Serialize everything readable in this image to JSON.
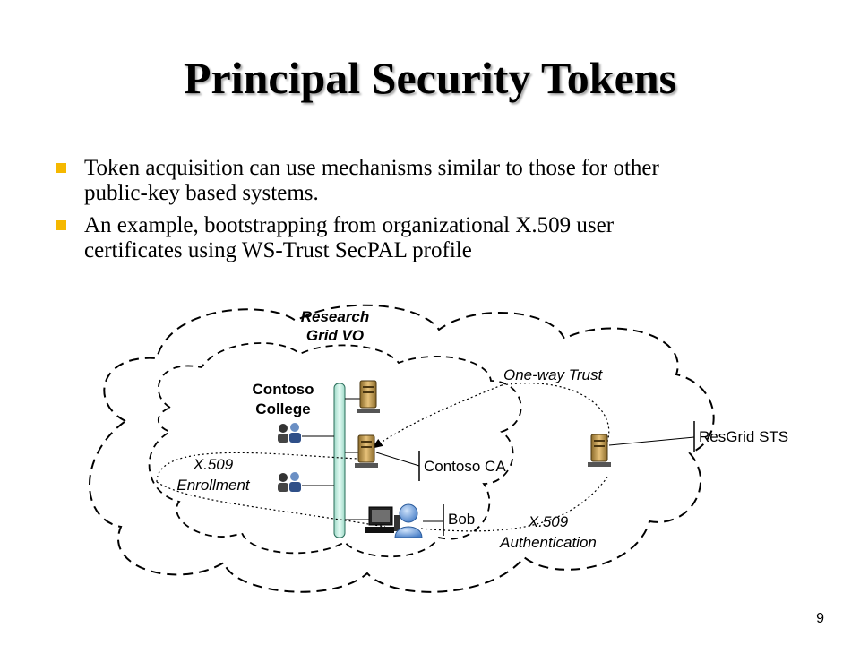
{
  "slide": {
    "title": "Principal Security Tokens",
    "page_number": "9",
    "bullets": [
      {
        "line1": "Token acquisition can use mechanisms similar to those for other",
        "line2": "public-key based systems."
      },
      {
        "line1": "An example, bootstrapping from organizational X.509 user",
        "line2": "certificates using WS-Trust SecPAL profile"
      }
    ]
  },
  "diagram": {
    "outer_cloud_label": [
      "Research",
      "Grid VO"
    ],
    "inner_cloud_label": [
      "Contoso",
      "College"
    ],
    "trust_label": "One-way Trust",
    "enrollment_label": [
      "X.509",
      "Enrollment"
    ],
    "authentication_label": [
      "X.509",
      "Authentication"
    ],
    "ca_label": "Contoso CA",
    "sts_label": "ResGrid STS",
    "user_label": "Bob",
    "icons": [
      "server-icon",
      "users-icon",
      "ca-server-icon",
      "workstation-icon",
      "user-icon",
      "sts-server-icon"
    ],
    "colors": {
      "bullet": "#f5b800",
      "bus": "#c8f2e6",
      "server": "#d9a84a"
    }
  }
}
